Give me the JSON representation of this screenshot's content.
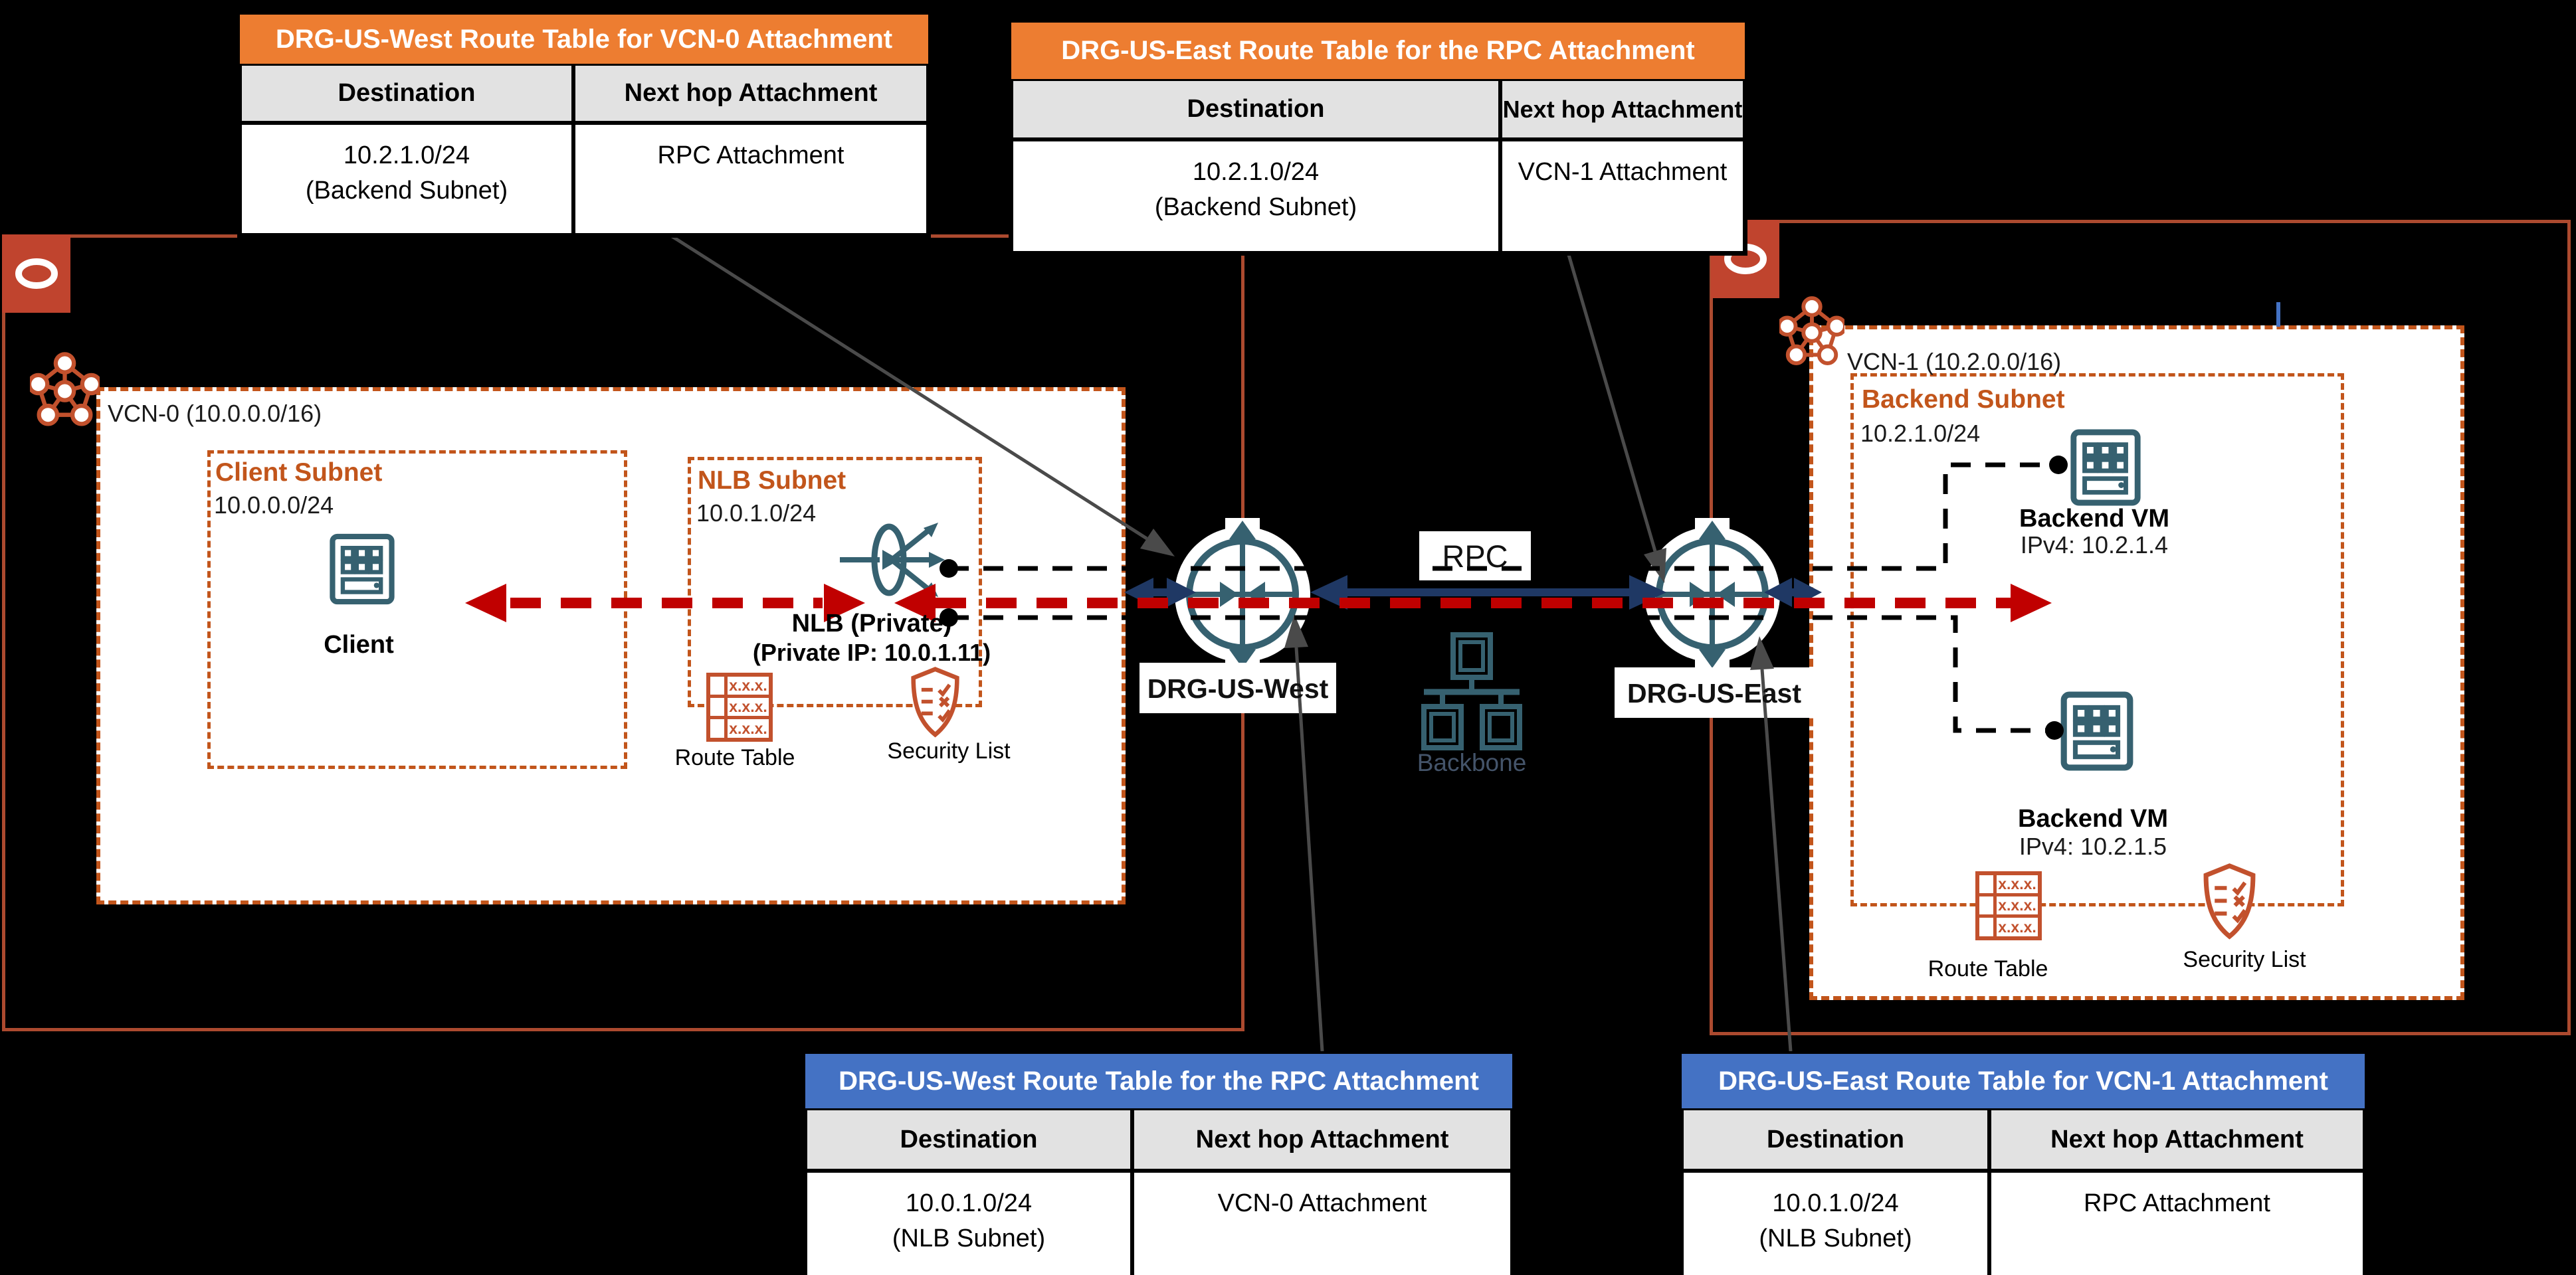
{
  "colors": {
    "orange_header": "#ED7D31",
    "blue_header": "#4472C4",
    "region_border": "#AC4A2F",
    "oracle_red": "#C0442E",
    "dashed_orange": "#C2551B",
    "flow_red": "#C00000",
    "rpc_navy": "#1F3864",
    "icon_teal": "#366170",
    "backbone_text": "#44546A",
    "grey_row": "#E2E2E2"
  },
  "tables": [
    {
      "title": "DRG-US-West Route Table for VCN-0 Attachment",
      "col1": "Destination",
      "col2": "Next hop Attachment",
      "dest_line1": "10.2.1.0/24",
      "dest_line2": "(Backend Subnet)",
      "next_hop": "RPC Attachment"
    },
    {
      "title": "DRG-US-East Route Table for the RPC Attachment",
      "col1": "Destination",
      "col2": "Next hop Attachment",
      "dest_line1": "10.2.1.0/24",
      "dest_line2": "(Backend Subnet)",
      "next_hop": "VCN-1 Attachment"
    },
    {
      "title": "DRG-US-West Route Table for the RPC Attachment",
      "col1": "Destination",
      "col2": "Next hop Attachment",
      "dest_line1": "10.0.1.0/24",
      "dest_line2": "(NLB Subnet)",
      "next_hop": "VCN-0 Attachment"
    },
    {
      "title": "DRG-US-East Route Table for VCN-1 Attachment",
      "col1": "Destination",
      "col2": "Next hop Attachment",
      "dest_line1": "10.0.1.0/24",
      "dest_line2": "(NLB Subnet)",
      "next_hop": "RPC Attachment"
    }
  ],
  "west": {
    "vcn_label": "VCN-0 (10.0.0.0/16)",
    "client_subnet": {
      "name": "Client Subnet",
      "cidr": "10.0.0.0/24",
      "client_label": "Client"
    },
    "nlb_subnet": {
      "name": "NLB Subnet",
      "cidr": "10.0.1.0/24",
      "nlb_label_line1": "NLB (Private)",
      "nlb_label_line2": "(Private IP: 10.0.1.11)",
      "route_table_label": "Route Table",
      "security_list_label": "Security List"
    }
  },
  "middle": {
    "drg_west_label": "DRG-US-West",
    "drg_east_label": "DRG-US-East",
    "rpc_label": "RPC",
    "backbone_label": "Backbone"
  },
  "east": {
    "vcn_label": "VCN-1 (10.2.0.0/16)",
    "backend_subnet": {
      "name": "Backend Subnet",
      "cidr": "10.2.1.0/24",
      "vm1_name": "Backend VM",
      "vm1_ip": "IPv4: 10.2.1.4",
      "vm2_name": "Backend VM",
      "vm2_ip": "IPv4: 10.2.1.5",
      "route_table_label": "Route Table",
      "security_list_label": "Security List"
    }
  },
  "route_table_icon_rows": [
    "x.x.x.",
    "x.x.x.",
    "x.x.x."
  ]
}
